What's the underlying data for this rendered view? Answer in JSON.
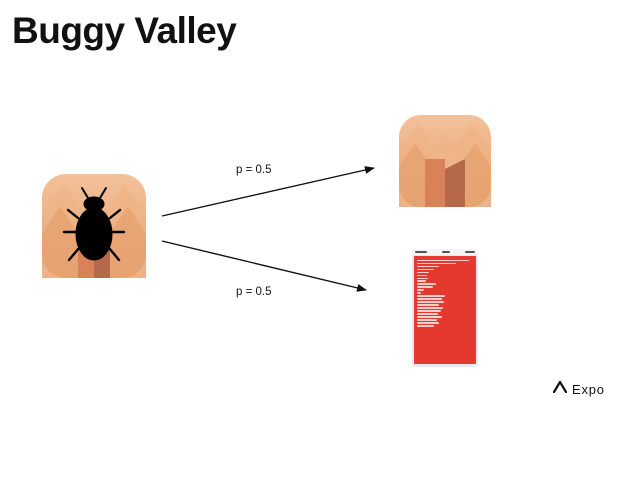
{
  "slide": {
    "title": "Buggy Valley"
  },
  "diagram": {
    "edges": [
      {
        "label": "p = 0.5"
      },
      {
        "label": "p = 0.5"
      }
    ]
  },
  "branding": {
    "logo_text": "Expo"
  },
  "icons": {
    "source": "bug-app-icon",
    "target_success": "valley-app-icon",
    "target_error": "red-error-screen-phone",
    "logo": "expo-logo-icon"
  },
  "colors": {
    "icon_background": "#e9a676",
    "bug_silhouette": "#000000",
    "error_screen": "#e5392f",
    "arrow": "#111111"
  }
}
